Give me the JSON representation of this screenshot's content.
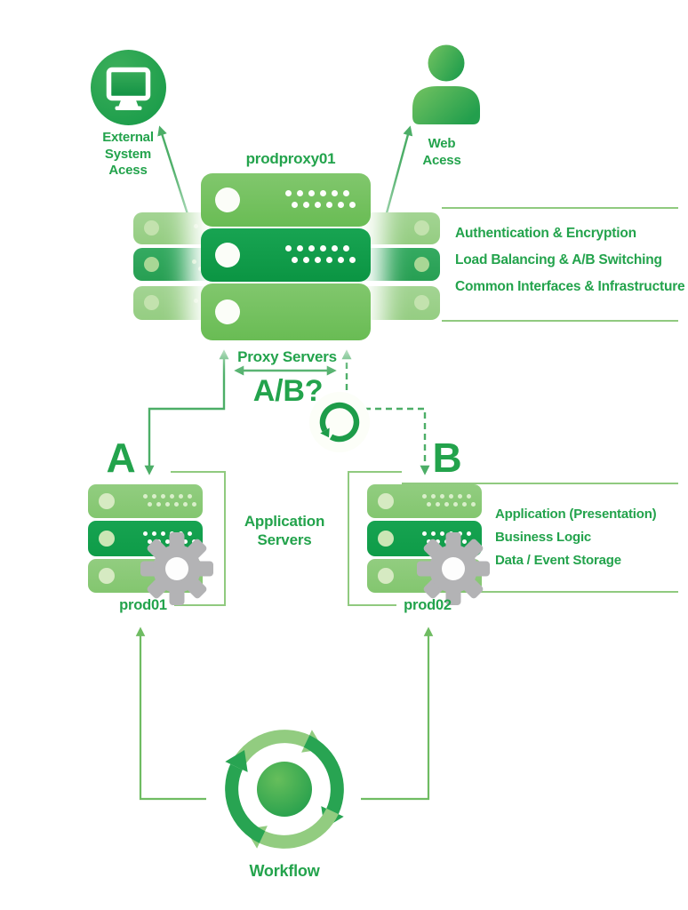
{
  "palette": {
    "text_green": "#23A34C",
    "arrow_green": "#4CAE67",
    "light_line_green": "#90CA7F",
    "slab_medium_green": "#74C160",
    "slab_dark_green": "#109C48",
    "row_light_green": "#9CD08A",
    "row_mid_green": "#2EA65B",
    "app_slab_light": "#8ACA77",
    "app_slab_dark": "#12A04B",
    "gear_gray": "#B3B3B5",
    "background": "#FFFFFF"
  },
  "icons": [
    "monitor-icon",
    "person-icon",
    "refresh-icon",
    "gear-icon",
    "workflow-cycle-icon"
  ],
  "external_access": {
    "lines": [
      "External",
      "System",
      "Acess"
    ]
  },
  "web_access": {
    "lines": [
      "Web",
      "Acess"
    ]
  },
  "proxy": {
    "hostname": "prodproxy01",
    "label": "Proxy Servers",
    "switch_question": "A/B?",
    "features": [
      "Authentication & Encryption",
      "Load Balancing & A/B Switching",
      "Common Interfaces & Infrastructure"
    ]
  },
  "branch_a": {
    "letter": "A",
    "hostname": "prod01"
  },
  "branch_b": {
    "letter": "B",
    "hostname": "prod02"
  },
  "application": {
    "lines": [
      "Application",
      "Servers"
    ],
    "features": [
      "Application (Presentation)",
      "Business Logic",
      "Data / Event Storage"
    ]
  },
  "workflow": {
    "label": "Workflow"
  }
}
